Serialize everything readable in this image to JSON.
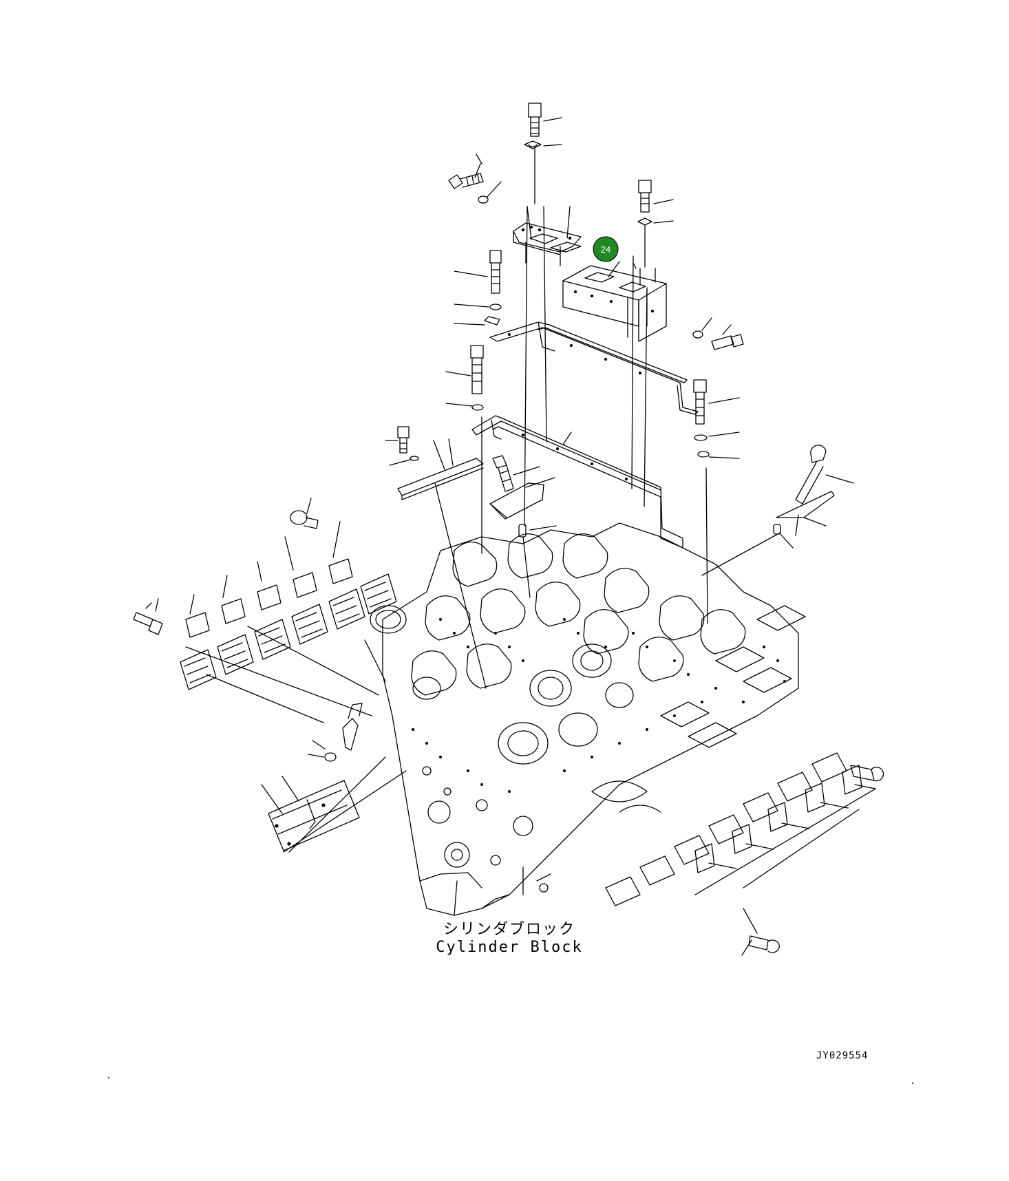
{
  "diagram": {
    "caption_jp": "シリンダブロック",
    "caption_en": "Cylinder Block",
    "drawing_id": "JY029554",
    "highlight_callout": {
      "label": "24",
      "color": "#1f8a1f"
    },
    "line_color": "#000000"
  }
}
